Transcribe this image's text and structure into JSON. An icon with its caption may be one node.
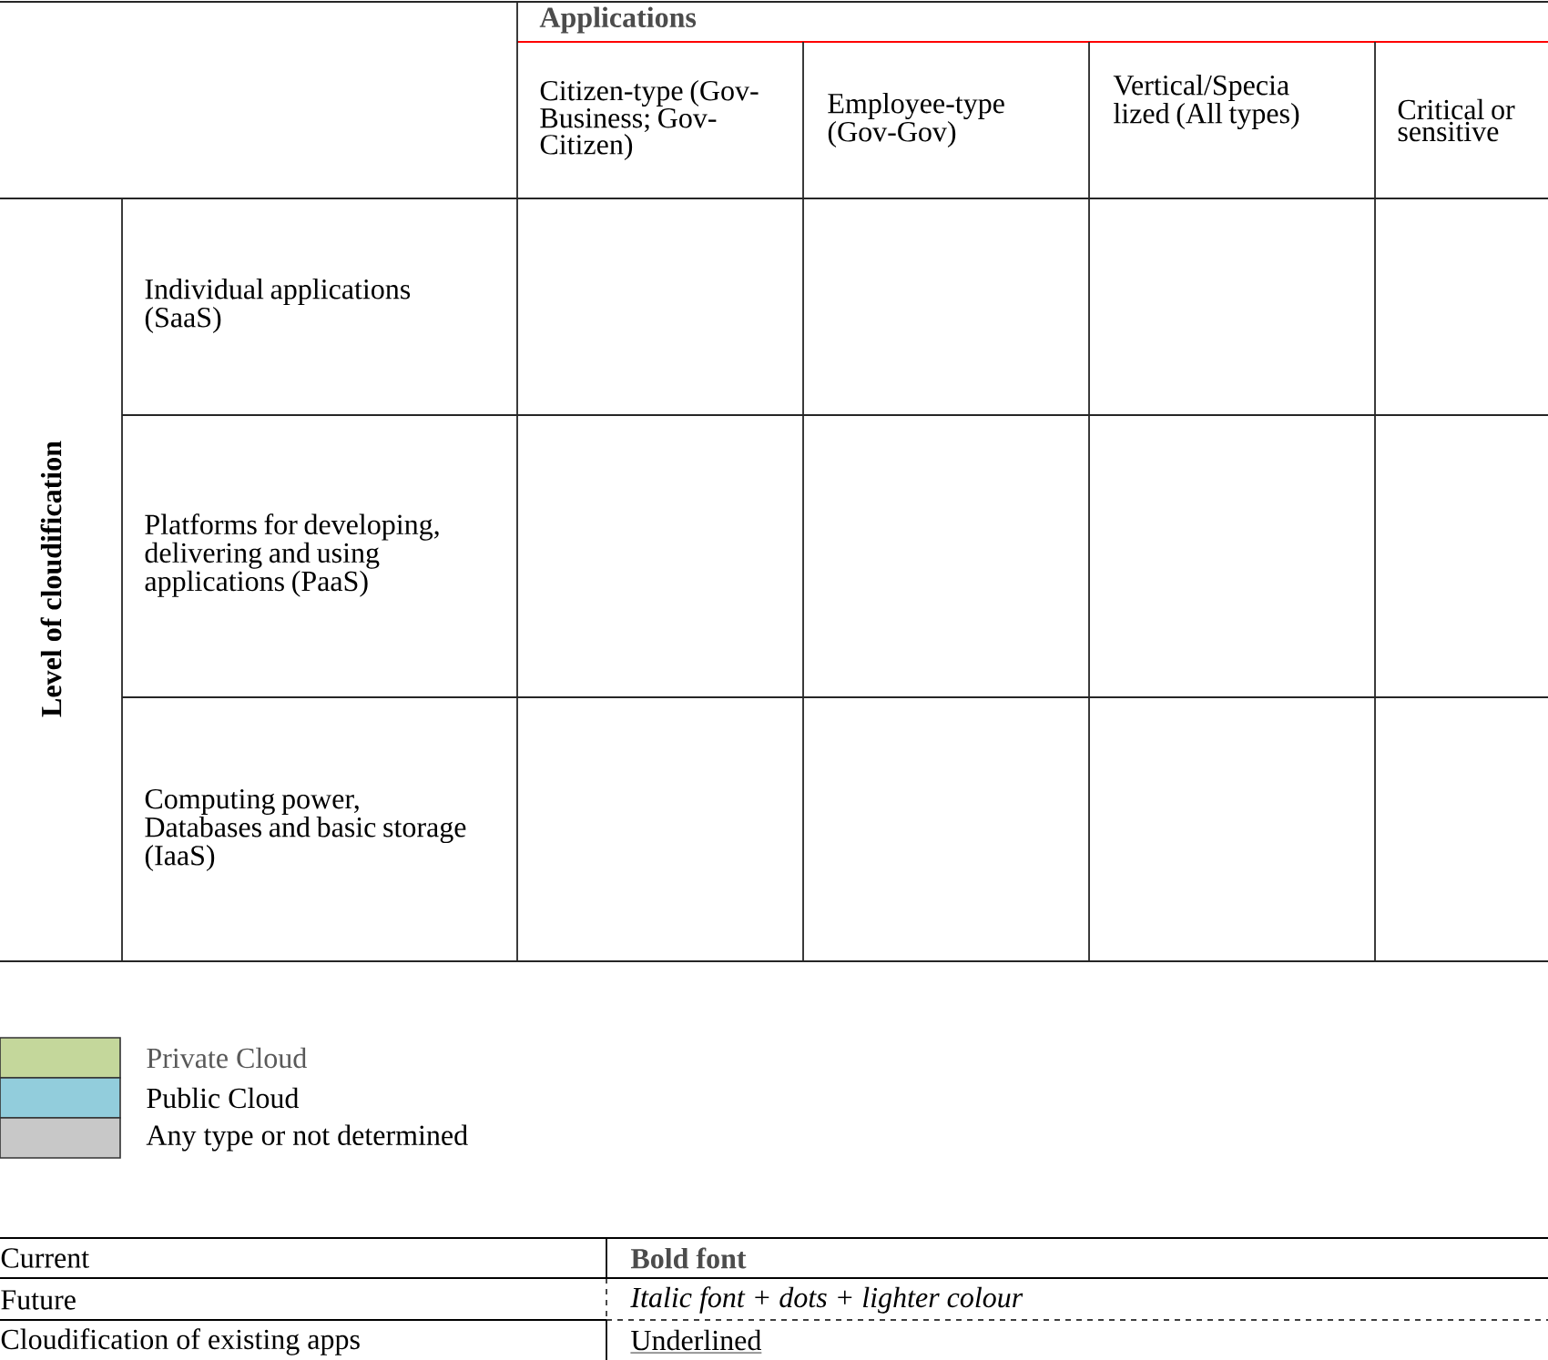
{
  "diagram": {
    "labels": [
      "Applications",
      "Citizen-type (Gov-Business; Gov-Citizen)",
      "Employee-type (Gov-Gov)",
      "Vertical/Specia lized (All types)",
      "Critical or sensitive",
      "Individual applications (SaaS)",
      "Platforms for developing, delivering and using applications (PaaS)",
      "Computing power, Databases and basic storage (IaaS)",
      "Level of cloudification",
      "Current",
      "Bold font",
      "Future",
      "Italic font + dots + lighter colour",
      "Cloudification of existing apps",
      "Underlined"
    ],
    "legend": [
      {
        "text": "Private Cloud",
        "color": "#c4d79b"
      },
      {
        "text": "Public Cloud",
        "color": "#92cddc"
      },
      {
        "text": "Any type or not determined",
        "color": "#c8c8c8"
      }
    ]
  }
}
